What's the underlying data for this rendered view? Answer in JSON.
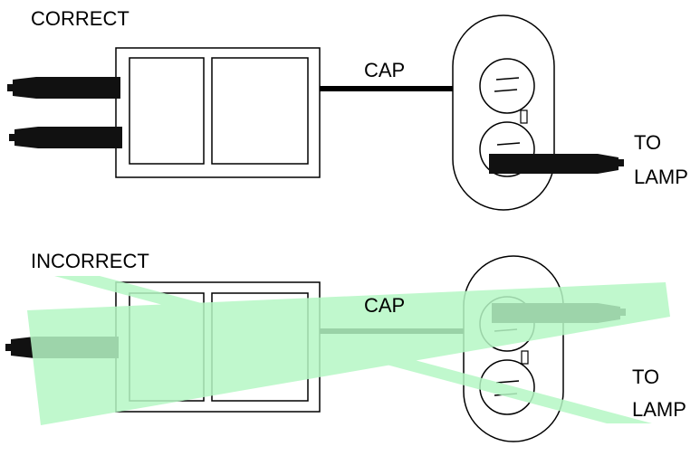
{
  "correct": {
    "title": "CORRECT",
    "cap_label": "CAP",
    "to_label": "TO",
    "lamp_label": "LAMP"
  },
  "incorrect": {
    "title": "INCORRECT",
    "cap_label": "CAP",
    "to_label": "TO",
    "lamp_label": "LAMP"
  },
  "colors": {
    "cross_mark": "#b6f7c5",
    "line": "#000000",
    "plug": "#111111"
  }
}
